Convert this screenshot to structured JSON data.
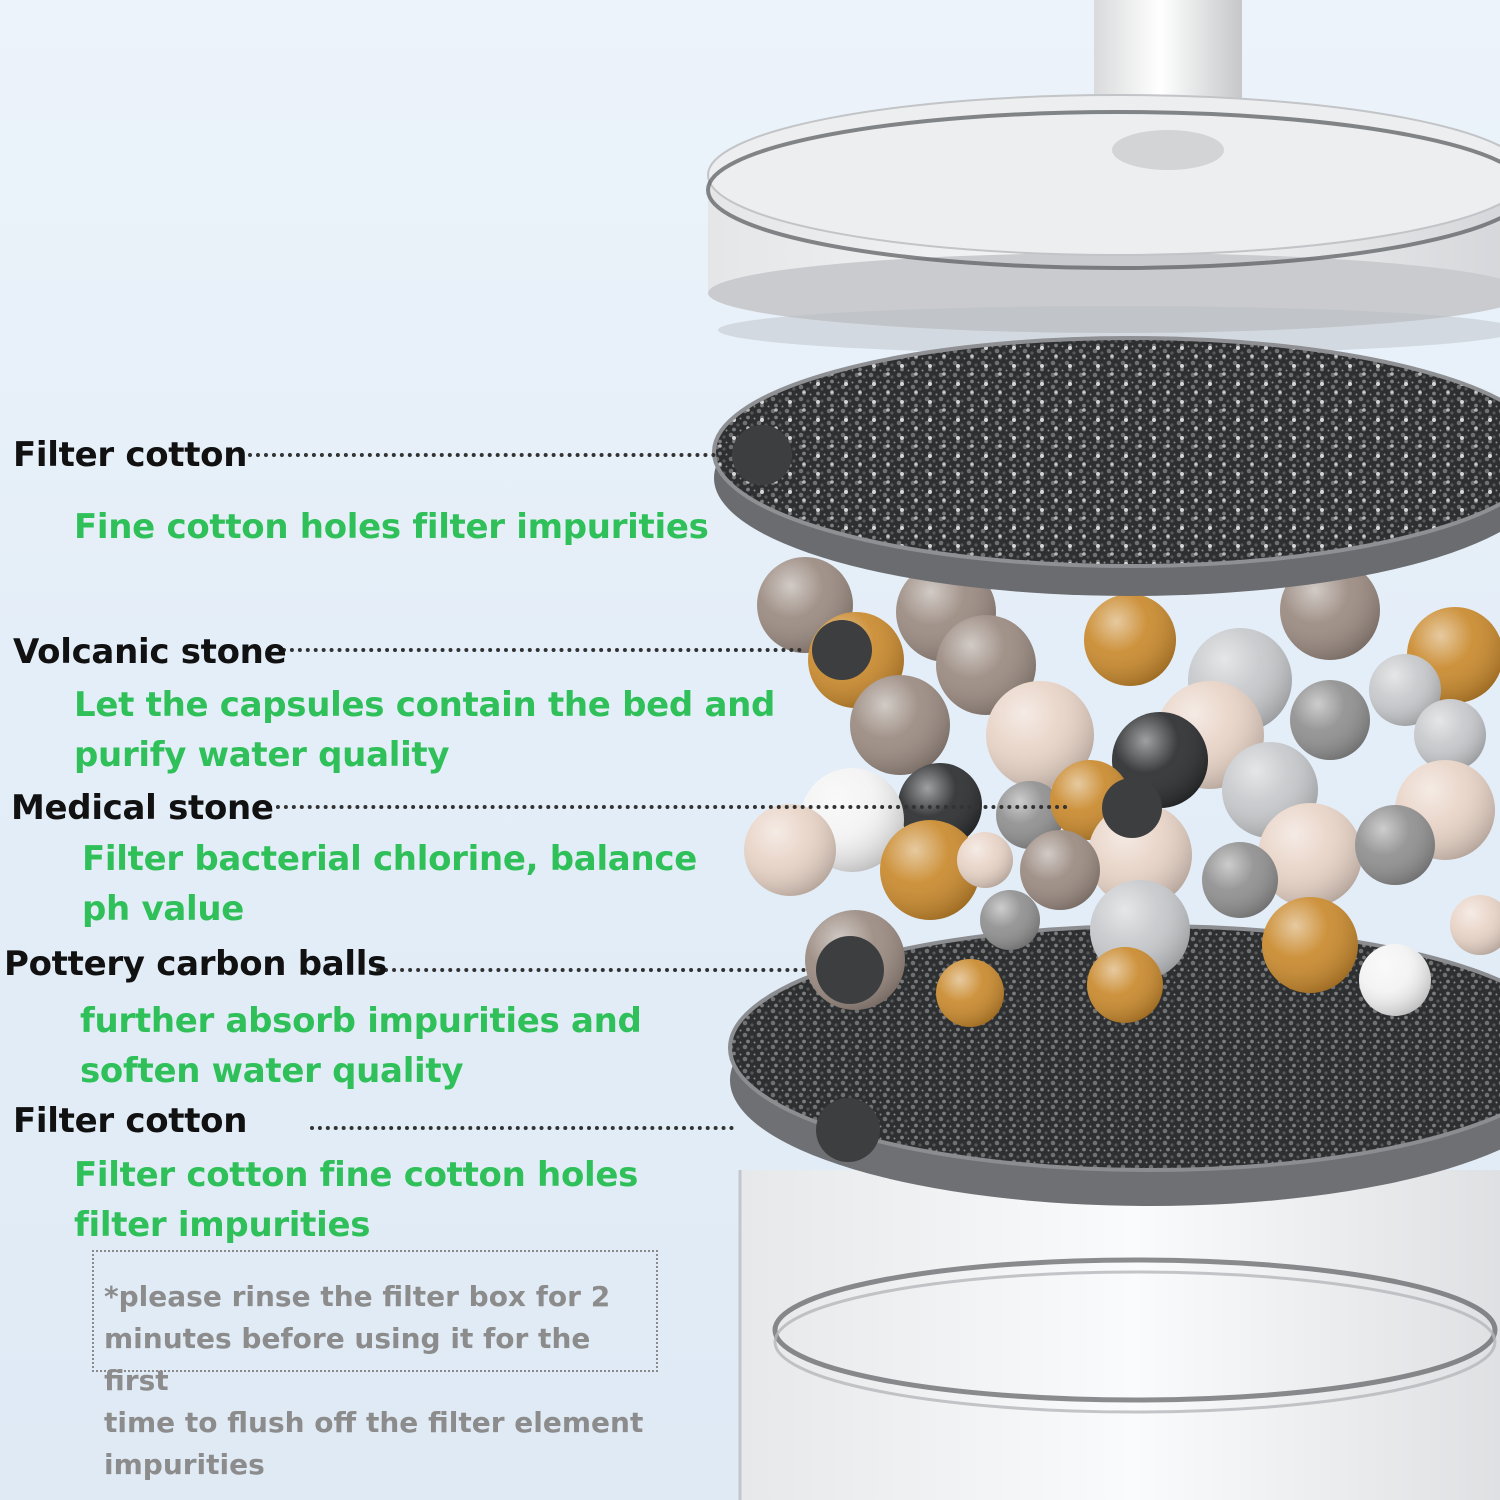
{
  "layers": [
    {
      "title": "Filter cotton",
      "description": [
        "Fine cotton holes filter impurities"
      ]
    },
    {
      "title": "Volcanic stone",
      "description": [
        "Let the capsules contain the bed and",
        "purify water quality"
      ]
    },
    {
      "title": "Medical stone",
      "description": [
        "Filter bacterial chlorine, balance",
        "ph value"
      ]
    },
    {
      "title": "Pottery carbon balls",
      "description": [
        "further absorb impurities and",
        "soften water quality"
      ]
    },
    {
      "title": "Filter cotton",
      "description": [
        "Filter cotton fine cotton holes",
        "filter impurities"
      ]
    }
  ],
  "note": [
    "*please rinse the filter box for 2",
    "minutes before using it for the first",
    "time to flush off the filter element",
    "impurities"
  ],
  "colors": {
    "background": "#e6eff8",
    "label_title": "#111111",
    "label_description": "#2fc05a",
    "note_text": "#8c8c8c",
    "leader_line": "#333333",
    "filter_pad": "#3a3b3d",
    "ball_brown": "#c9892c",
    "ball_beige": "#e8d3c6",
    "ball_grey": "#8f8f8f"
  },
  "icons": [
    "cartridge-lid-illustration",
    "filter-cotton-pad-illustration",
    "mineral-ball-illustration",
    "cartridge-cup-illustration"
  ]
}
